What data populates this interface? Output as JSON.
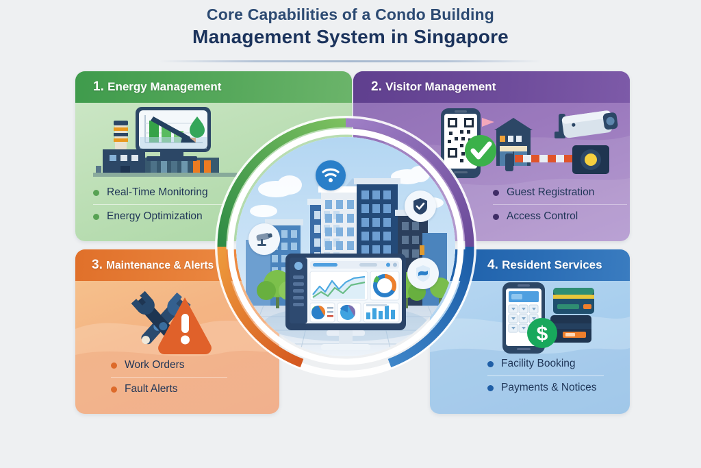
{
  "header": {
    "title_line1": "Core Capabilities of a Condo Building",
    "title_line2": "Management System in Singapore"
  },
  "colors": {
    "background": "#eef0f2",
    "title_top": "#2c4a72",
    "title_bottom": "#1b335c",
    "green": "#4ca05a",
    "purple": "#6e4c9b",
    "orange": "#e0702a",
    "blue": "#1c5ea8"
  },
  "cards": [
    {
      "id": "energy-management",
      "number": "1.",
      "title": "Energy Management",
      "accent": "#4ca05a",
      "illustration": "factory-energy-chart-illustration",
      "bullets": [
        "Real-Time Monitoring",
        "Energy Optimization"
      ]
    },
    {
      "id": "visitor-management",
      "number": "2.",
      "title": "Visitor Management",
      "accent": "#6e4c9b",
      "illustration": "qr-phone-gate-camera-illustration",
      "bullets": [
        "Guest Registration",
        "Access Control"
      ]
    },
    {
      "id": "maintenance-alerts",
      "number": "3.",
      "title": "Maintenance & Alerts",
      "accent": "#e0702a",
      "illustration": "wrench-warning-illustration",
      "bullets": [
        "Work Orders",
        "Fault Alerts"
      ]
    },
    {
      "id": "resident-services",
      "number": "4.",
      "title": "Resident Services",
      "accent": "#1c5ea8",
      "illustration": "phone-payment-cards-illustration",
      "bullets": [
        "Facility Booking",
        "Payments & Notices"
      ]
    }
  ],
  "hub": {
    "name": "smart-building-hub-illustration",
    "ring_segments": [
      {
        "quadrant": "top-left",
        "color": "#4ca05a"
      },
      {
        "quadrant": "top-right",
        "color": "#6e4c9b"
      },
      {
        "quadrant": "bottom-left",
        "color": "#e0702a"
      },
      {
        "quadrant": "bottom-right",
        "color": "#1c5ea8"
      }
    ],
    "badges": [
      {
        "name": "wifi-icon",
        "label": "Wi-Fi connectivity"
      },
      {
        "name": "shield-check-icon",
        "label": "Security"
      },
      {
        "name": "cctv-camera-icon",
        "label": "Surveillance"
      },
      {
        "name": "water-drop-icon",
        "label": "Water management"
      }
    ],
    "scene_elements": [
      "city-skyline",
      "trees",
      "clouds",
      "desktop-dashboard-monitor",
      "plaza-ground"
    ]
  }
}
